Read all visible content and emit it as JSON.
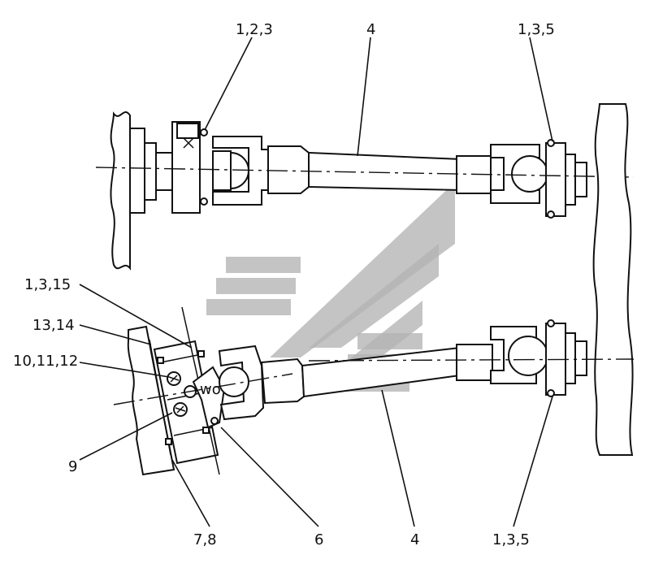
{
  "callouts": {
    "top_left_joint": "1,2,3",
    "top_shaft": "4",
    "top_right_flange": "1,3,5",
    "left_flange_a": "1,3,15",
    "left_flange_b": "13,14",
    "left_bolts": "10,11,12",
    "left_base": "9",
    "left_bottom": "7,8",
    "lever": "6",
    "bottom_shaft": "4",
    "bottom_right_flange": "1,3,5"
  },
  "colors": {
    "ink": "#111111",
    "watermark": "#b4b4b4",
    "background": "#ffffff"
  }
}
